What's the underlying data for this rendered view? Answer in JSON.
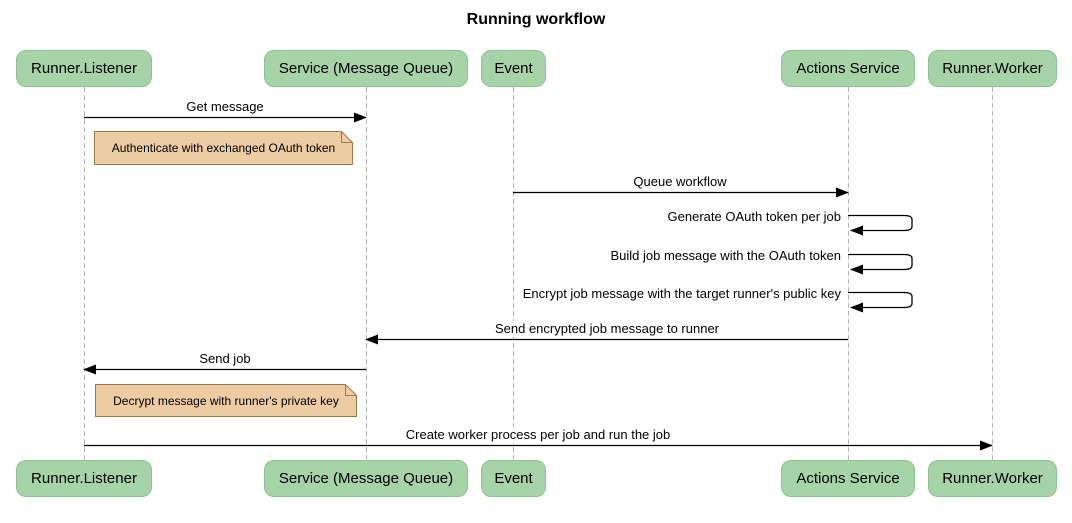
{
  "title": "Running workflow",
  "participants": [
    {
      "name": "Runner.Listener"
    },
    {
      "name": "Service (Message Queue)"
    },
    {
      "name": "Event"
    },
    {
      "name": "Actions Service"
    },
    {
      "name": "Runner.Worker"
    }
  ],
  "messages": [
    {
      "label": "Get message",
      "from": "Runner.Listener",
      "to": "Service (Message Queue)",
      "kind": "arrow"
    },
    {
      "label": "Queue workflow",
      "from": "Event",
      "to": "Actions Service",
      "kind": "arrow"
    },
    {
      "label": "Generate OAuth token per job",
      "from": "Actions Service",
      "to": "Actions Service",
      "kind": "self"
    },
    {
      "label": "Build job message with the OAuth token",
      "from": "Actions Service",
      "to": "Actions Service",
      "kind": "self"
    },
    {
      "label": "Encrypt job message with the target runner's public key",
      "from": "Actions Service",
      "to": "Actions Service",
      "kind": "self"
    },
    {
      "label": "Send encrypted job message to runner",
      "from": "Actions Service",
      "to": "Service (Message Queue)",
      "kind": "arrow"
    },
    {
      "label": "Send job",
      "from": "Service (Message Queue)",
      "to": "Runner.Listener",
      "kind": "arrow"
    },
    {
      "label": "Create worker process per job and run the job",
      "from": "Runner.Listener",
      "to": "Runner.Worker",
      "kind": "arrow"
    }
  ],
  "notes": [
    {
      "text": "Authenticate with exchanged OAuth token",
      "over": "Runner.Listener"
    },
    {
      "text": "Decrypt message with runner's private key",
      "over": "Runner.Listener"
    }
  ],
  "colors": {
    "participant_fill": "#a6d3a8",
    "participant_border": "#8cc191",
    "note_fill": "#edcba3",
    "note_border": "#9c7a48",
    "lifeline": "#b3b3b3",
    "line": "#000000",
    "text": "#000000",
    "background": "#ffffff"
  }
}
